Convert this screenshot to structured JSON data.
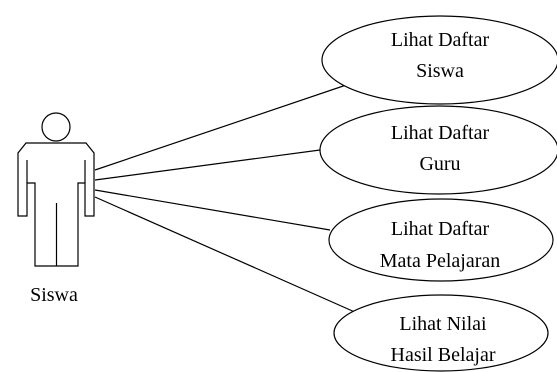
{
  "actor": {
    "name": "Siswa"
  },
  "use_cases": [
    {
      "line1": "Lihat Daftar",
      "line2": "Siswa"
    },
    {
      "line1": "Lihat Daftar",
      "line2": "Guru"
    },
    {
      "line1": "Lihat Daftar",
      "line2": "Mata Pelajaran"
    },
    {
      "line1": "Lihat Nilai",
      "line2": "Hasil Belajar"
    }
  ],
  "colors": {
    "stroke": "#000000",
    "fill": "#ffffff",
    "background": "#ffffff"
  }
}
